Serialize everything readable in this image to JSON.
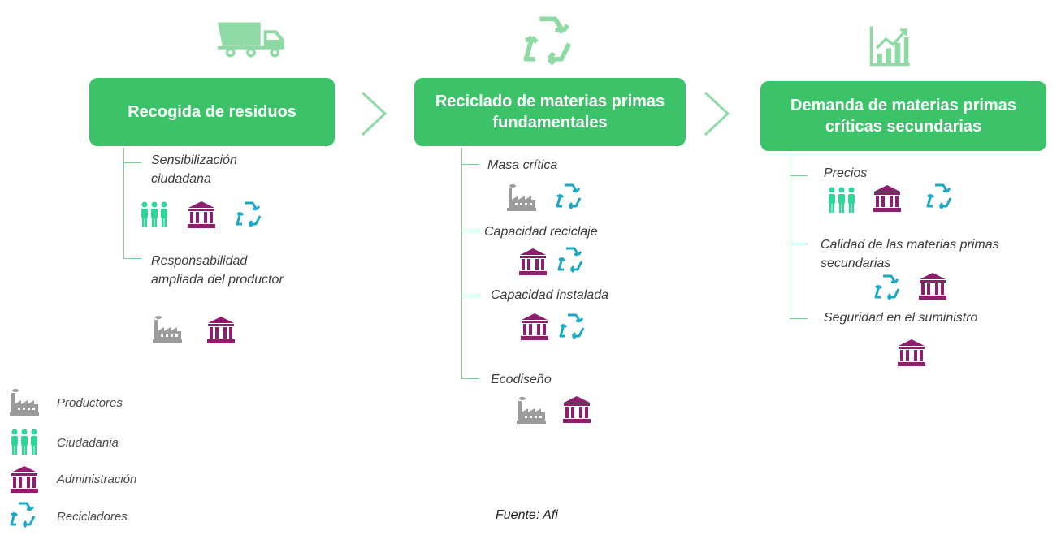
{
  "columns": [
    {
      "title": "Recogida de residuos",
      "items": [
        {
          "label": "Sensibilización ciudadana",
          "icons": [
            "people-icon",
            "bank-icon",
            "recycle-icon"
          ]
        },
        {
          "label": "Responsabilidad ampliada del productor",
          "icons": [
            "factory-icon",
            "bank-icon"
          ]
        }
      ]
    },
    {
      "title": "Reciclado de materias primas fundamentales",
      "items": [
        {
          "label": "Masa crítica",
          "icons": [
            "factory-icon",
            "recycle-icon"
          ]
        },
        {
          "label": "Capacidad reciclaje",
          "icons": [
            "bank-icon",
            "recycle-icon"
          ]
        },
        {
          "label": "Capacidad instalada",
          "icons": [
            "bank-icon",
            "recycle-icon"
          ]
        },
        {
          "label": "Ecodiseño",
          "icons": [
            "factory-icon",
            "bank-icon"
          ]
        }
      ]
    },
    {
      "title": "Demanda de materias primas críticas secundarias",
      "items": [
        {
          "label": "Precios",
          "icons": [
            "people-icon",
            "bank-icon",
            "recycle-icon"
          ]
        },
        {
          "label": "Calidad de las materias primas secundarias",
          "icons": [
            "recycle-icon",
            "bank-icon"
          ]
        },
        {
          "label": "Seguridad en el suministro",
          "icons": [
            "bank-icon"
          ]
        }
      ]
    }
  ],
  "header_icons": [
    "truck-icon",
    "recycle-icon",
    "bar-chart-icon"
  ],
  "legend": [
    {
      "icon": "factory-icon",
      "label": "Productores"
    },
    {
      "icon": "people-icon",
      "label": "Ciudadania"
    },
    {
      "icon": "bank-icon",
      "label": "Administración"
    },
    {
      "icon": "recycle-icon",
      "label": "Recicladores"
    }
  ],
  "source": "Fuente: Afi",
  "colors": {
    "green": "#3cc36a",
    "light_green": "#78d094",
    "teal": "#1aa8c4",
    "mint": "#2ed69a",
    "purple": "#8e1f6e",
    "gray": "#9b9b9b"
  }
}
